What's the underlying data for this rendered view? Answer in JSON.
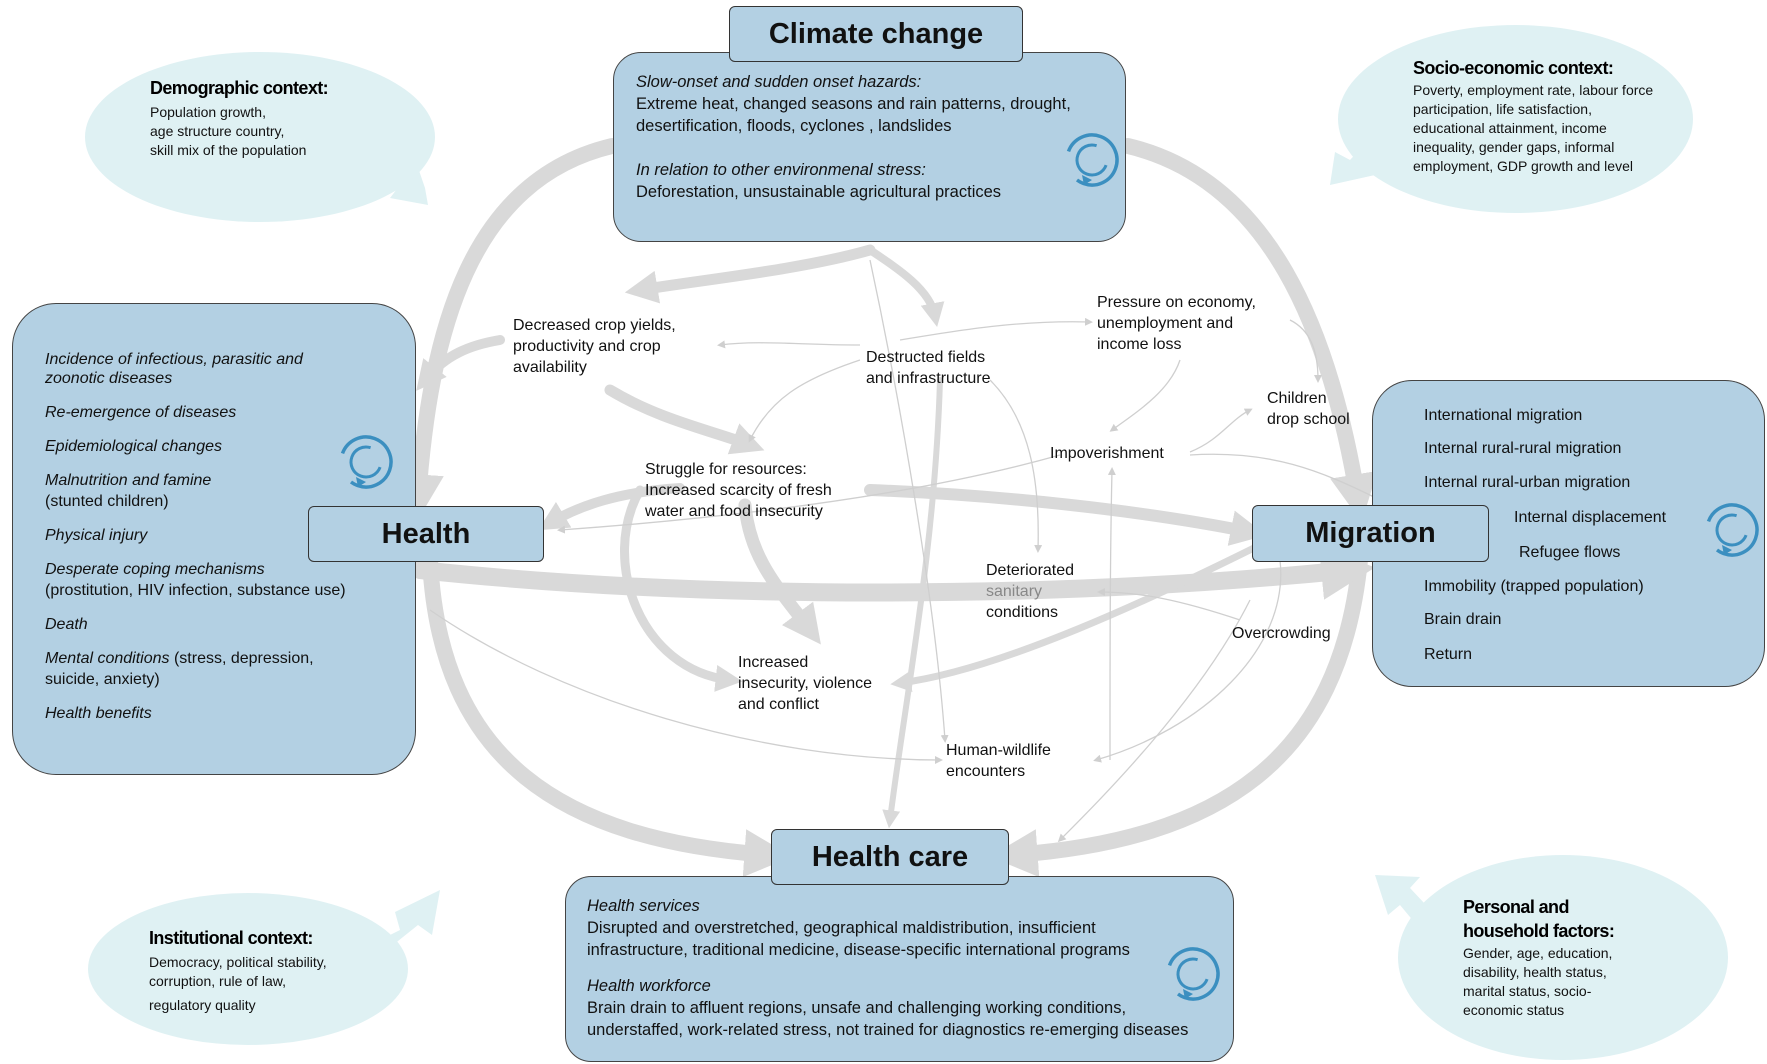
{
  "colors": {
    "box_fill": "#b3d0e3",
    "context_fill": "#dff1f3",
    "arrow": "#d9d9d9",
    "cycle_icon": "#3b8fc0"
  },
  "climate": {
    "title": "Climate change",
    "hazards_heading": "Slow-onset and sudden onset hazards:",
    "hazards_text_1": "Extreme heat, changed seasons and rain patterns, drought,",
    "hazards_text_2": "desertification, floods, cyclones , landslides",
    "stress_heading": "In relation to other environmenal stress:",
    "stress_text": "Deforestation, unsustainable agricultural practices"
  },
  "health": {
    "title": "Health",
    "items": [
      {
        "italic": "Incidence of infectious, parasitic and",
        "plain": ""
      },
      {
        "italic": "zoonotic diseases",
        "plain": ""
      },
      {
        "italic": "Re-emergence of diseases",
        "plain": ""
      },
      {
        "italic": "Epidemiological changes",
        "plain": ""
      },
      {
        "italic": "Malnutrition and famine",
        "plain": ""
      },
      {
        "italic": "",
        "plain": "(stunted children)"
      },
      {
        "italic": "Physical injury",
        "plain": ""
      },
      {
        "italic": "Desperate coping mechanisms",
        "plain": ""
      },
      {
        "italic": "",
        "plain": "(prostitution, HIV infection, substance use)"
      },
      {
        "italic": "Death",
        "plain": ""
      },
      {
        "italic": "Mental conditions",
        "plain": " (stress, depression,"
      },
      {
        "italic": "",
        "plain": "suicide, anxiety)"
      },
      {
        "italic": "Health benefits",
        "plain": ""
      }
    ]
  },
  "migration": {
    "title": "Migration",
    "items": [
      "International migration",
      "Internal rural-rural migration",
      "Internal rural-urban migration",
      "Internal displacement",
      "Refugee flows",
      "Immobility (trapped population)",
      "Brain drain",
      "Return"
    ]
  },
  "healthcare": {
    "title": "Health care",
    "services_heading": "Health services",
    "services_text_1": "Disrupted and overstretched, geographical maldistribution, insufficient",
    "services_text_2": "infrastructure, traditional medicine, disease-specific international programs",
    "workforce_heading": "Health workforce",
    "workforce_text_1": "Brain drain to affluent regions, unsafe and challenging working conditions,",
    "workforce_text_2": "understaffed, work-related stress, not trained for diagnostics re-emerging diseases"
  },
  "contexts": {
    "demographic": {
      "title": "Demographic context:",
      "lines": [
        "Population growth,",
        "age structure country,",
        "skill mix of the population"
      ]
    },
    "socioeconomic": {
      "title": "Socio-economic context:",
      "lines": [
        "Poverty, employment rate, labour force",
        "participation, life satisfaction,",
        "educational attainment, income",
        "inequality, gender gaps, informal",
        "employment, GDP growth and level"
      ]
    },
    "institutional": {
      "title": "Institutional context:",
      "lines": [
        "Democracy, political stability,",
        "corruption, rule of law,",
        "regulatory quality"
      ]
    },
    "personal": {
      "title_1": "Personal and",
      "title_2": "household factors:",
      "lines": [
        "Gender, age, education,",
        "disability, health status,",
        "marital status, socio-",
        "economic status"
      ]
    }
  },
  "mediators": {
    "crop": [
      "Decreased crop yields,",
      "productivity and crop",
      "availability"
    ],
    "fields": [
      "Destructed fields",
      "and infrastructure"
    ],
    "economy": [
      "Pressure on economy,",
      "unemployment and",
      "income loss"
    ],
    "school": [
      "Children",
      "drop school"
    ],
    "impoverishment": [
      "Impoverishment"
    ],
    "resources": [
      "Struggle for resources:",
      "Increased scarcity of  fresh",
      "water and food insecurity"
    ],
    "sanitary": [
      "Deteriorated",
      "sanitary",
      "conditions"
    ],
    "overcrowding": [
      "Overcrowding"
    ],
    "insecurity": [
      "Increased",
      "insecurity, violence",
      "and conflict"
    ],
    "wildlife": [
      "Human-wildlife",
      "encounters"
    ]
  }
}
